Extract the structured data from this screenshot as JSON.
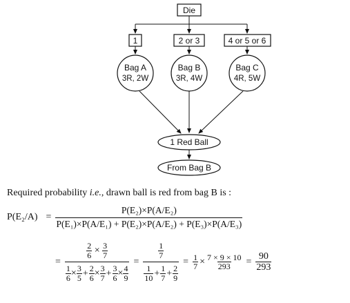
{
  "diagram": {
    "root": "Die",
    "outcomes": [
      "1",
      "2 or 3",
      "4 or 5 or 6"
    ],
    "bags": [
      {
        "name": "Bag A",
        "content": "3R, 2W"
      },
      {
        "name": "Bag B",
        "content": "3R, 4W"
      },
      {
        "name": "Bag C",
        "content": "4R, 5W"
      }
    ],
    "event": "1 Red Ball",
    "result": "From Bag B"
  },
  "text": {
    "intro_a": "Required probability ",
    "intro_ie": "i.e.",
    "intro_b": ", drawn ball is red from bag B is :"
  },
  "formula": {
    "lhs": "P(E₂/A)",
    "eq": "=",
    "num": "P(E₂)×P(A/E₂)",
    "den": "P(E₁)×P(A/E₁) + P(E₂)×P(A/E₂) + P(E₃)×P(A/E₃)"
  },
  "calc": {
    "t1": {
      "n1": "2",
      "d1": "6",
      "x": "×",
      "n2": "3",
      "d2": "7"
    },
    "t1den": [
      {
        "n1": "1",
        "d1": "6",
        "n2": "3",
        "d2": "5"
      },
      {
        "n1": "2",
        "d1": "6",
        "n2": "3",
        "d2": "7"
      },
      {
        "n1": "3",
        "d1": "6",
        "n2": "4",
        "d2": "9"
      }
    ],
    "t2": {
      "num": "1",
      "numden": "7",
      "a_n": "1",
      "a_d": "10",
      "b_n": "1",
      "b_d": "7",
      "c_n": "2",
      "c_d": "9"
    },
    "t3": {
      "a_n": "1",
      "a_d": "7",
      "x": "×",
      "b_n": "7 × 9 × 10",
      "b_d": "293"
    },
    "answer": {
      "n": "90",
      "d": "293"
    },
    "plus": "+",
    "times": "×"
  }
}
